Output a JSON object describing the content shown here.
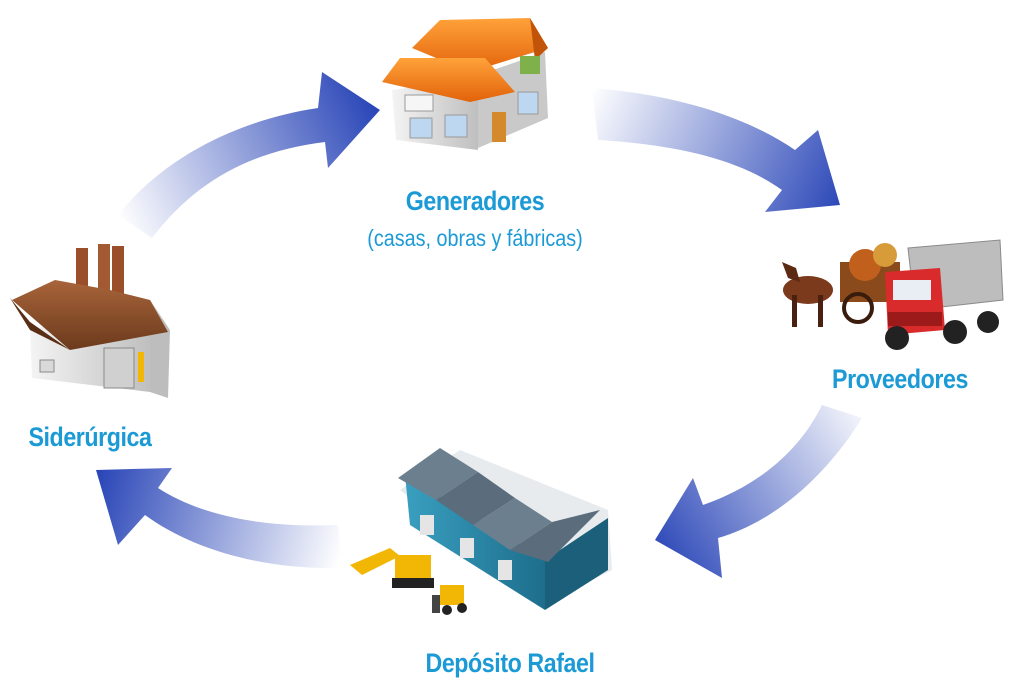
{
  "nodes": {
    "generadores": {
      "title": "Generadores",
      "subtitle": "(casas, obras y fábricas)"
    },
    "proveedores": {
      "title": "Proveedores"
    },
    "deposito": {
      "title": "Depósito Rafael"
    },
    "siderurgica": {
      "title": "Siderúrgica"
    }
  },
  "colors": {
    "label": "#1b9ad6",
    "arrow_dark": "#2b47b8",
    "arrow_light": "#ffffff"
  },
  "icons": {
    "generadores": "house-icon",
    "proveedores": "horse-cart-and-truck-icon",
    "deposito": "warehouse-with-excavator-and-forklift-icon",
    "siderurgica": "factory-icon"
  }
}
